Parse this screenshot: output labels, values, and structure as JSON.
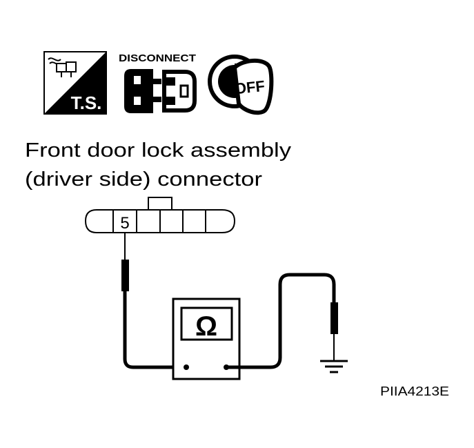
{
  "icons": {
    "ts": {
      "text": "T.S."
    },
    "disconnect": {
      "text": "DISCONNECT"
    },
    "key": {
      "text": "OFF"
    }
  },
  "title": {
    "line1": "Front door lock assembly",
    "line2": "(driver side) connector"
  },
  "connector": {
    "terminal": "5"
  },
  "meter": {
    "symbol": "Ω"
  },
  "figure_id": "PIIA4213E",
  "colors": {
    "ink": "#000000",
    "paper": "#ffffff"
  }
}
